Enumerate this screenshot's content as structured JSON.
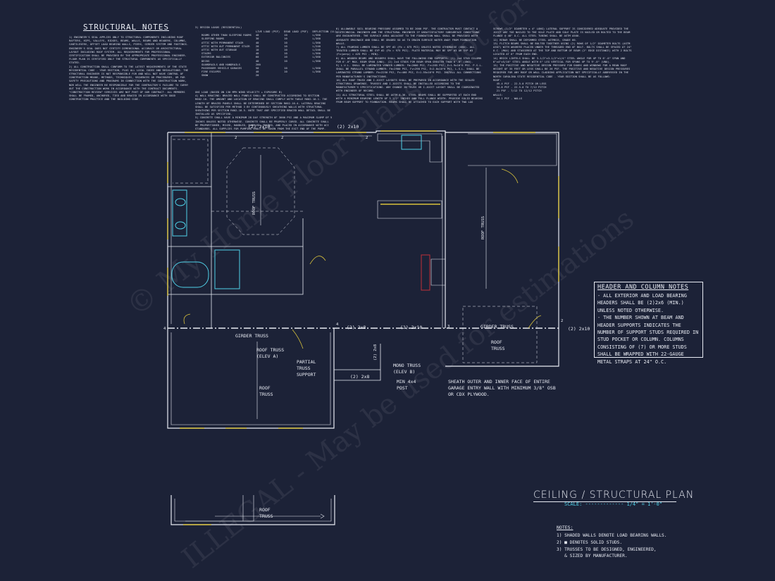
{
  "structural_notes": {
    "title": "STRUCTURAL NOTES",
    "col1": "1) ENGINEER'S SEAL APPLIES ONLY TO STRUCTURAL COMPONENTS INCLUDING ROOF RAFTERS, HIPS, VALLEYS, RIDGES, BEAMS, WALLS, BEAMS AND HEADERS, COLUMNS, CANTILEVERS, OFFSET LOAD BEARING WALLS, PIERS, GIRDER SYSTEM AND FOOTINGS. ENGINEER'S SEAL DOES NOT CERTIFY DIMENSIONAL ACCURACY OR ARCHITECTURAL LAYOUT INCLUDING ROOF SYSTEM. ALL REQUIREMENTS FOR PROFESSIONAL CERTIFICATION SHALL BE PROVIDED BY THE APPROPRIATE PROFESSIONAL ENGINEER. FLOOR PLAN IS CERTIFIED ONLY THE STRUCTURAL COMPONENTS AS SPECIFICALLY STATED.\n2) ALL CONSTRUCTION SHALL CONFORM TO THE LATEST REQUIREMENTS OF THE STATE RESIDENTIAL CODE - YEAR EDITION, PLUS ALL LOCAL CODES AND REGULATIONS. THE STRUCTURAL ENGINEER IS NOT RESPONSIBLE FOR AND WILL NOT HAVE CONTROL OF CONSTRUCTION MEANS, METHODS, TECHNIQUES, SEQUENCES OR PROCEDURES, OR FOR SAFETY PRECAUTIONS AND PROGRAMS IN CONNECTION WITH THE CONSTRUCTION WORK, NOR WILL THE ENGINEER BE RESPONSIBLE FOR THE CONTRACTOR'S FAILURE TO CARRY OUT THE CONSTRUCTION WORK IN ACCORDANCE WITH THE CONTRACT DOCUMENTS. \"CONSTRUCTION REVIEW\" SERVICES ARE NOT PART OF OUR CONTRACT. ALL MEMBERS SHALL BE FRAMED, ANCHORED, TIED AND BRACED IN ACCORDANCE WITH GOOD CONSTRUCTION PRACTICE AND THE BUILDING CODE.",
    "col2_head": "3) DESIGN LOADS (RESIDENTIAL)",
    "col2": "UNI LOAD (BASED ON 130 MPH WIND VELOCITY + EXPOSURE B)\n4) WALL BRACING: BRACED WALL PANELS SHALL BE CONSTRUCTED ACCORDING TO SECTION R602.10. THE AMOUNT AND LOCATION OF BRACING SHALL COMPLY WITH TABLE R602.10.1. THE LENGTH OF BRACED PANELS SHALL BE DETERMINED BY SECTION R602.10.4. LATERAL BRACING SHALL BE SATISFIED PER METHOD 3 BY CONTINUOUSLY SHEATHING WALLS WITH STRUCTURAL SHEATHING PER SECTION R602.10.5. NOTE THAT ANY SPECIFIED BRACED WALL DETAIL SHALL BE INSTALLED AS SPECIFIED.\n5) CONCRETE SHALL HAVE A MINIMUM 28 DAY STRENGTH OF 3000 PSI AND A MAXIMUM SLUMP OF 5 INCHES UNLESS NOTED OTHERWISE. CONCRETE SHALL BE PROPERLY CURED. ALL CONCRETE SHALL BE PROPORTIONED, MIXED, HANDLED, SAMPLED, TESTED, AND PLACED IN ACCORDANCE WITH ACI STANDARDS. ALL SUPPLIES FOR PUMPING SHALL BE TAKEN FROM THE EXIT END OF THE PUMP.",
    "col3": "6) ALLOWABLE SOIL BEARING PRESSURE ASSUMED TO BE 2000 PSF. THE CONTRACTOR MUST CONTACT A GEOTECHNICAL ENGINEER AND THE STRUCTURAL ENGINEER IF UNSATISFACTORY SUBSURFACE CONDITIONS ARE ENCOUNTERED. THE SURFACE AREA ADJACENT TO THE FOUNDATION WALL SHALL BE PROVIDED WITH ADEQUATE DRAINAGE AND SHALL BE GRADED SO AS TO DRAIN SURFACE WATER AWAY FROM FOUNDATION WALLS.\n7) ALL FRAMING LUMBER SHALL BE SPF #2 (Fb = 875 PSI) UNLESS NOTED OTHERWISE (UNO). ALL TREATED LUMBER SHALL BE SYP #2 (Fb = 975 PSI). PLATE MATERIAL MAY BE SPF #3 OR SYP #3 (Fc(perp) = 425 PSI - MIN).\n8) ALL WOODEN BEAMS AND HEADERS SHALL HAVE THE FOLLOWING END SUPPORTS: (1) 2x4 STUD COLUMN FOR 6'-0\" MAX. BEAM SPAN (UNO). (2) 2x4 STUDS FOR BEAM SPAN GREATER THAN 6'-0\" (UNO).\n9) L.V.L. SHALL BE LAMINATED VENEER LUMBER: Fb=2600 PSI, Fv=285 PSI, E=1.9x10^6 PSI. P.S.L. SHALL BE PARALLEL STRAND LUMBER: Fb=2900 PSI, Fv=290 PSI, E=2.0x10^6 PSI. L.S.L. SHALL BE LAMINATED STRAND LUMBER: Fb=2250 PSI, Fv=400 PSI, E=1.55x10^6 PSI. INSTALL ALL CONNECTIONS PER MANUFACTURER'S INSTRUCTIONS.\n10) ALL ROOF TRUSS AND I-JOIST LAYOUTS SHALL BE PREPARED IN ACCORDANCE WITH THE SEALED STRUCTURAL DRAWINGS. TRUSSES AND I-JOISTS SHALL BE INSTALLED ACCORDING TO THE MANUFACTURER'S SPECIFICATIONS. ANY CHANGE IN TRUSS OR I-JOIST LAYOUT SHALL BE COORDINATED WITH ENGINEER OF RECORD.\n11) ALL STRUCTURAL STEEL SHALL BE ASTM A-36. STEEL BEAMS SHALL BE SUPPORTED AT EACH END WITH A MINIMUM BEARING LENGTH OF 3 1/2\" INCHES AND FULL FLANGE WIDTH. PROVIDE SOLID BEARING FROM BEAM SUPPORT TO FOUNDATION. BEAMS SHALL BE ATTACHED TO EACH SUPPORT WITH TWO LAG",
    "col4": "SCREWS (1/2\" DIAMETER x 4\" LONG) LATERAL SUPPORT IS CONSIDERED ADEQUATE PROVIDED THE JOIST ARE TOE NAILED TO THE SOLE PLATE AND SOLE PLATE IS NAILED OR BOLTED TO THE BEAM FLANGE @ 48\" O.C. ALL STEEL TUBING SHALL BE ASTM A500.\n12) REBAR SHALL BE DEFORMED STEEL ASTM615, GRADE 60.\n13) FLITCH BEAMS SHALL BE BOLTED TOGETHER USING (2) ROWS OF 1/2\" DIAMETER BOLTS (ASTM A307) WITH WASHERS PLACED UNDER THE THREADED END OF BOLT. BOLTS SHALL BE SPACED AT 24\" O.C. (MAX) AND STAGGERED AT THE TOP AND BOTTOM OF BEAM (2\" EDGE DISTANCE) WITH 2 BOLTS LOCATED AT 6\" FROM EACH END.\n14) BRICK LINTELS SHALL BE 3-1/2\"x3-1/2\"x1/4\" STEEL ANGLE FOR UP TO 6'-0\" SPAN AND 6\"x4\"x5/16\" STEEL ANGLE WITH 6\" LEG VERTICAL FOR SPANS UP TO 9'-0\" (UNO).\n15) THE POSITIVE AND NEGATIVE DESIGN PRESSURE FOR DOORS AND WINDOWS FOR A MEAN ROOF HEIGHT OF 35 FEET OR LESS SHALL BE 26 PSF. THE POSITIVE AND NEGATIVE DESIGN PRESSURES REQUIRED FOR ANY ROOF OR WALL CLADDING APPLICATION NOT SPECIFICALLY ADDRESSED IN THE NORTH CAROLINA STATE RESIDENTIAL CODE - YEAR EDITION SHALL BE AS FOLLOWS:\nROOF:\n  45.4 PSF - 22.5-0 PITCH OR LESS\n  34.8 PSF - 22.5-0 TO 7/12 PITCH\n  21 PSF - 7/12 TO 12/12 PITCH\nWALLS:\n  24.1 PSF - WALLS",
    "loads_header": [
      "",
      "LIVE LOAD (PSF)",
      "DEAD LOAD (PSF)",
      "DEFLECTION (LL)"
    ],
    "loads_rows": [
      [
        "ROOMS OTHER THAN SLEEPING ROOMS",
        "40",
        "10",
        "L/360"
      ],
      [
        "SLEEPING ROOMS",
        "30",
        "10",
        "L/360"
      ],
      [
        "ATTIC WITH PERMANENT STAIR",
        "40",
        "10",
        "L/360"
      ],
      [
        "ATTIC WITH OUT PERMANENT STAIR",
        "20",
        "10",
        "L/240"
      ],
      [
        "ATTIC WITH OUT STORAGE",
        "10",
        "10",
        "L/240"
      ],
      [
        "STAIRS",
        "40",
        "10",
        "L/360"
      ],
      [
        "EXTERIOR BALCONIES",
        "60",
        "10",
        "L/360"
      ],
      [
        "DECKS",
        "40",
        "10",
        "L/360"
      ],
      [
        "GUARDRAILS AND HANDRAILS",
        "200",
        "",
        ""
      ],
      [
        "PASSENGER VEHICLE GARAGES",
        "50",
        "10",
        "L/360"
      ],
      [
        "FIRE ESCAPES",
        "40",
        "10",
        "L/360"
      ],
      [
        "SNOW",
        "20",
        "",
        ""
      ]
    ]
  },
  "plan_labels": {
    "top_2x10_left": "(2) 2x10",
    "top_2x10_mid": "(2) 2x10",
    "roof_truss_1": "ROOF TRUSS",
    "roof_truss_2": "ROOF TRUSS",
    "girder_truss_left": "GIRDER TRUSS",
    "roof_truss_elev_a": "ROOF TRUSS (ELEV A)",
    "partial_truss_support": "PARTIAL TRUSS SUPPORT",
    "roof_truss_lower": "ROOF TRUSS",
    "roof_truss_bottom": "ROOF TRUSS",
    "two_2x8_a": "(2) 2x8",
    "two_2x8_b": "(2) 2x8",
    "two_2x8_c": "(2) 2x8",
    "mid_2x10": "(2) 2x10",
    "girder_truss_right": "GIRDER TRUSS",
    "right_2x10": "(2) 2x10",
    "garage_roof_truss": "ROOF TRUSS",
    "mono_truss": "MONO TRUSS (ELEV B)",
    "min_post": "MIN 4x4 POST",
    "sheath_note": "SHEATH OUTER AND INNER FACE OF ENTIRE GARAGE ENTRY WALL WITH MINIMUM 3/8\" OSB OR CDX PLYWOOD.",
    "num_2": "2",
    "num_3": "3",
    "num_4": "4"
  },
  "header_column_notes": {
    "title": "HEADER AND COLUMN NOTES",
    "body": "- ALL EXTERIOR AND LOAD BEARING HEADERS SHALL BE (2)2x6 (MIN.) UNLESS NOTED OTHERWISE.\n- THE NUMBER SHOWN AT BEAM AND HEADER SUPPORTS INDICATES THE NUMBER OF SUPPORT STUDS REQUIRED IN STUD POCKET OR COLUMN. COLUMNS CONSISTING OF (7) OR MORE STUDS SHALL BE WRAPPED WITH 22-GAUGE METAL STRAPS AT 24\" O.C."
  },
  "plan_title": {
    "title": "CEILING / STRUCTURAL PLAN",
    "scale": "SCALE: ------------- 1/4\" = 1'-0\""
  },
  "notes": {
    "title": "NOTES:",
    "items": [
      "1) SHADED WALLS DENOTE LOAD BEARING WALLS.",
      "2) ■ DENOTES SOLID STUDS.",
      "3) TRUSSES TO BE DESIGNED, ENGINEERED,",
      "   & SIZED BY MANUFACTURER."
    ]
  },
  "watermark": {
    "line1": "© My Home Floor Plans - Not for Construction",
    "line2": "ILLEGAL - May be used for estimations"
  },
  "colors": {
    "background": "#1c2237",
    "line": "#e8ebf3",
    "accent_cyan": "#4fd1e8",
    "accent_yellow": "#d8c23c",
    "accent_red": "#c0303a"
  }
}
